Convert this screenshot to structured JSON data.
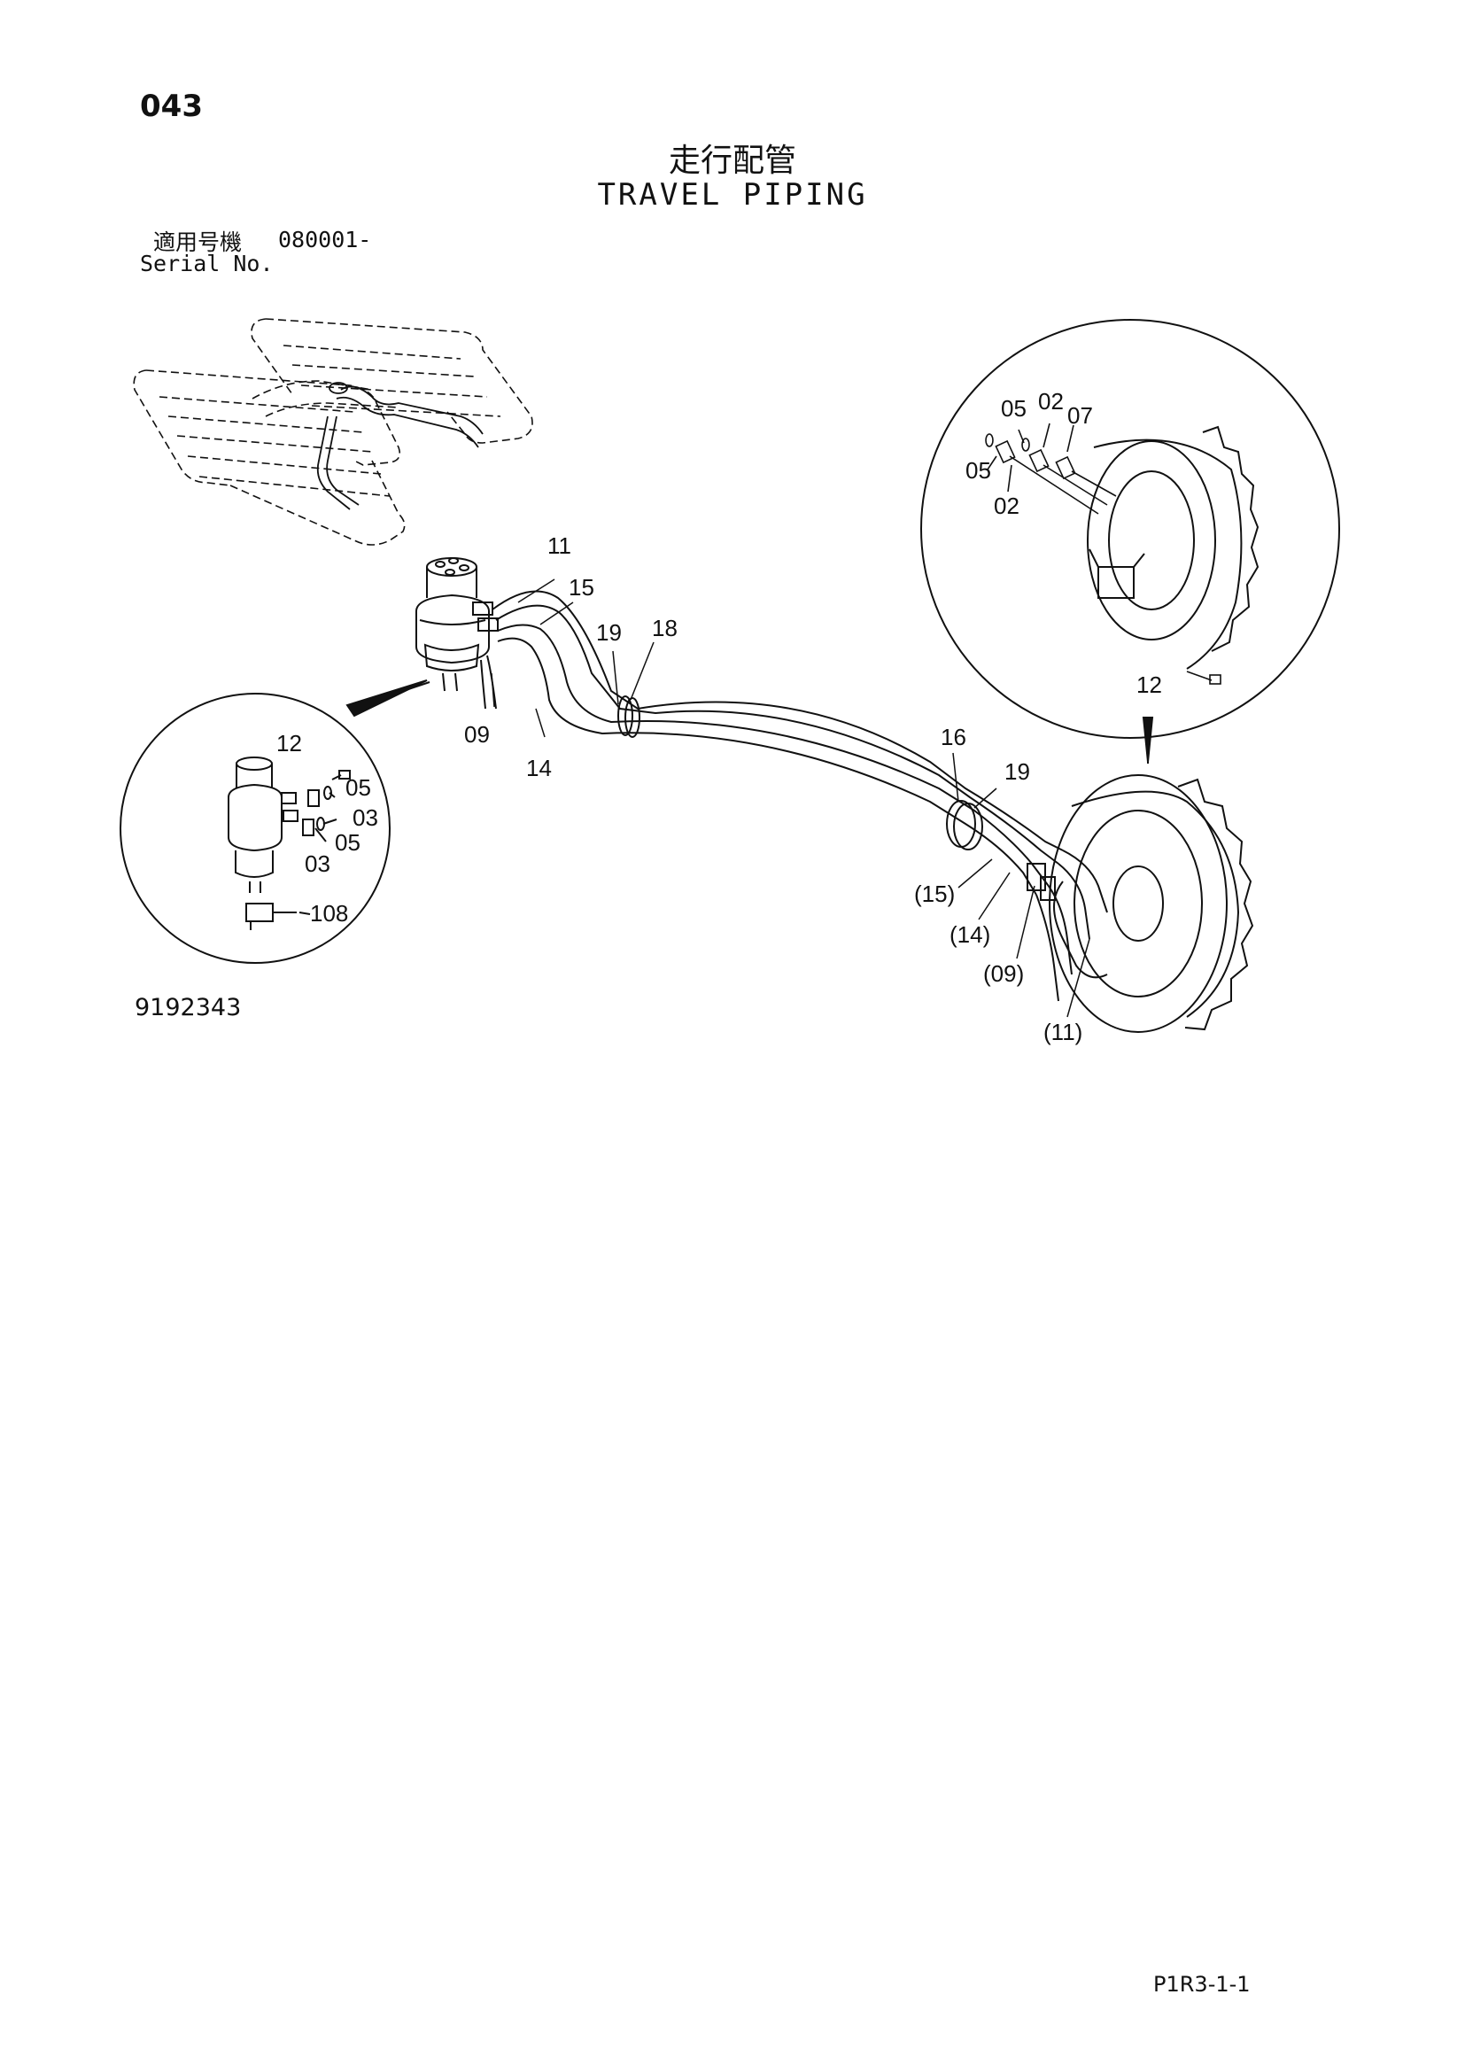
{
  "header": {
    "page_number": "043",
    "title_jp": "走行配管",
    "title_en": "TRAVEL PIPING",
    "serial_label_jp": "適用号機",
    "serial_label_en": "Serial No.",
    "serial_value": "080001-"
  },
  "diagram": {
    "callouts": {
      "c11": "11",
      "c15": "15",
      "c19a": "19",
      "c18": "18",
      "c09": "09",
      "c14": "14",
      "c16": "16",
      "c19b": "19",
      "c15p": "(15)",
      "c14p": "(14)",
      "c09p": "(09)",
      "c11p": "(11)",
      "d05a": "05",
      "d02a": "02",
      "d07": "07",
      "d05b": "05",
      "d02b": "02",
      "d12": "12",
      "j12": "12",
      "j05a": "05",
      "j03a": "03",
      "j05b": "05",
      "j03b": "03",
      "j108": "108"
    }
  },
  "footer": {
    "figure_number": "9192343",
    "page_code": "P1R3-1-1"
  }
}
